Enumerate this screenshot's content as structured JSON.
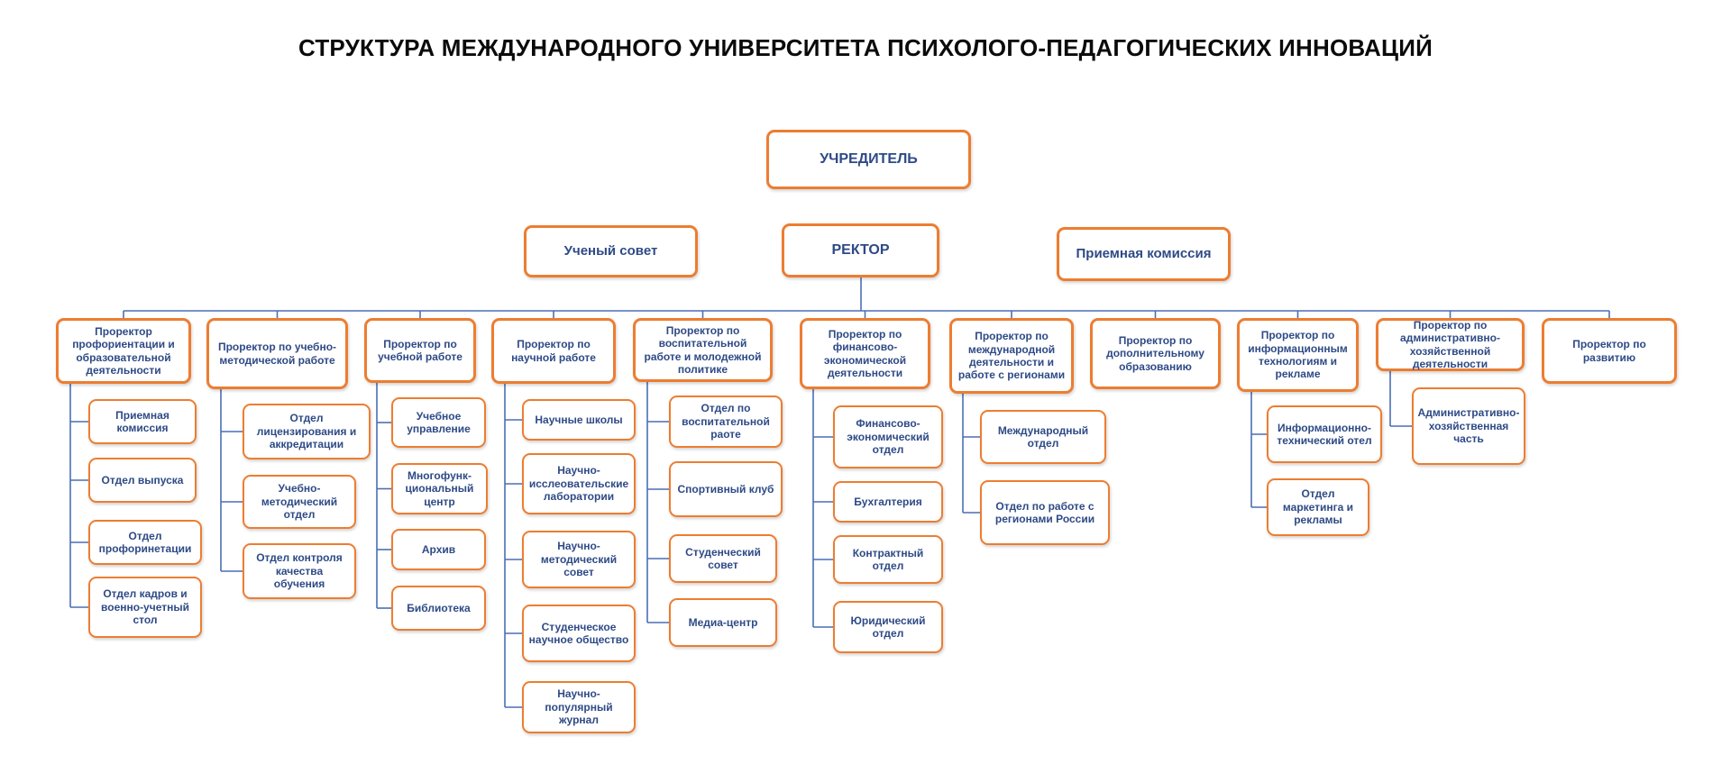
{
  "title": "СТРУКТУРА МЕЖДУНАРОДНОГО УНИВЕРСИТЕТА ПСИХОЛОГО-ПЕДАГОГИЧЕСКИХ ИННОВАЦИЙ",
  "top": {
    "founder": "УЧРЕДИТЕЛЬ",
    "council": "Ученый совет",
    "rector": "РЕКТОР",
    "admission_committee": "Приемная комиссия"
  },
  "vice_rectors": [
    {
      "label": "Проректор профориентации и образовательной деятельности",
      "units": [
        "Приемная комиссия",
        "Отдел выпуска",
        "Отдел профоринетации",
        "Отдел кадров и военно-учетный стол"
      ]
    },
    {
      "label": "Проректор по учебно-методической работе",
      "units": [
        "Отдел лицензирования и аккредитации",
        "Учебно-методический отдел",
        "Отдел контроля качества обучения"
      ]
    },
    {
      "label": "Проректор по учебной работе",
      "units": [
        "Учебное управление",
        "Многофунк-циональный центр",
        "Архив",
        "Библиотека"
      ]
    },
    {
      "label": "Проректор по научной работе",
      "units": [
        "Научные школы",
        "Научно-исслеовательские лаборатории",
        "Научно-методический совет",
        "Студенческое научное общество",
        "Научно-популярный журнал"
      ]
    },
    {
      "label": "Проректор по воспитательной работе и молодежной политике",
      "units": [
        "Отдел по воспитательной раоте",
        "Спортивный клуб",
        "Студенческий совет",
        "Медиа-центр"
      ]
    },
    {
      "label": "Проректор по финансово-экономической деятельности",
      "units": [
        "Финансово-экономический отдел",
        "Бухгалтерия",
        "Контрактный отдел",
        "Юридический отдел"
      ]
    },
    {
      "label": "Проректор по международной деятельности и работе с регионами",
      "units": [
        "Международный отдел",
        "Отдел по работе с регионами России"
      ]
    },
    {
      "label": "Проректор по дополнительному образованию",
      "units": []
    },
    {
      "label": "Проректор по информационным технологиям и рекламе",
      "units": [
        "Информационно-технический отел",
        "Отдел маркетинга и рекламы"
      ]
    },
    {
      "label": "Проректор по административно-хозяйственной деятельности",
      "units": [
        "Административно-хозяйственная часть"
      ]
    },
    {
      "label": "Проректор по развитию",
      "units": []
    }
  ],
  "colors": {
    "border": "#ed7d31",
    "text": "#2e4a86",
    "line": "#4a6fb5"
  }
}
